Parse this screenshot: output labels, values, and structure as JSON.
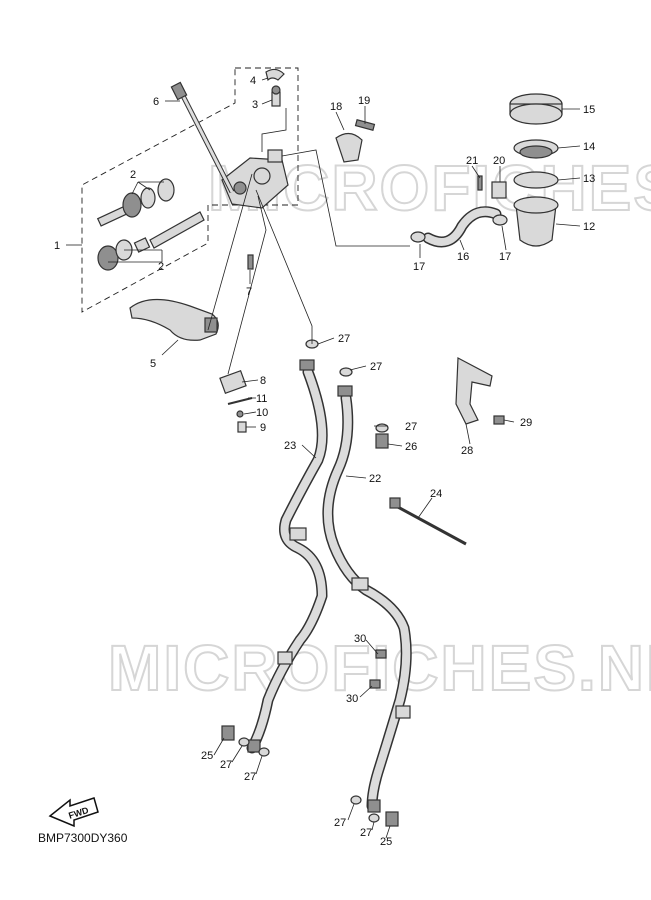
{
  "watermark_top": "MICROFICHES.NET",
  "watermark_bottom": "MICROFICHES.NET",
  "diagram_code": "BMP7300DY360",
  "fwd_label": "FWD",
  "callouts": {
    "c1": "1",
    "c2a": "2",
    "c2b": "2",
    "c3": "3",
    "c4": "4",
    "c5": "5",
    "c6": "6",
    "c7": "7",
    "c8": "8",
    "c9": "9",
    "c10": "10",
    "c11": "11",
    "c12": "12",
    "c13": "13",
    "c14": "14",
    "c15": "15",
    "c16": "16",
    "c17a": "17",
    "c17b": "17",
    "c18": "18",
    "c19": "19",
    "c20": "20",
    "c21": "21",
    "c22": "22",
    "c23": "23",
    "c24": "24",
    "c25a": "25",
    "c25b": "25",
    "c26": "26",
    "c27a": "27",
    "c27b": "27",
    "c27c": "27",
    "c27d": "27",
    "c27e": "27",
    "c27f": "27",
    "c27g": "27",
    "c28": "28",
    "c29": "29",
    "c30a": "30",
    "c30b": "30"
  }
}
